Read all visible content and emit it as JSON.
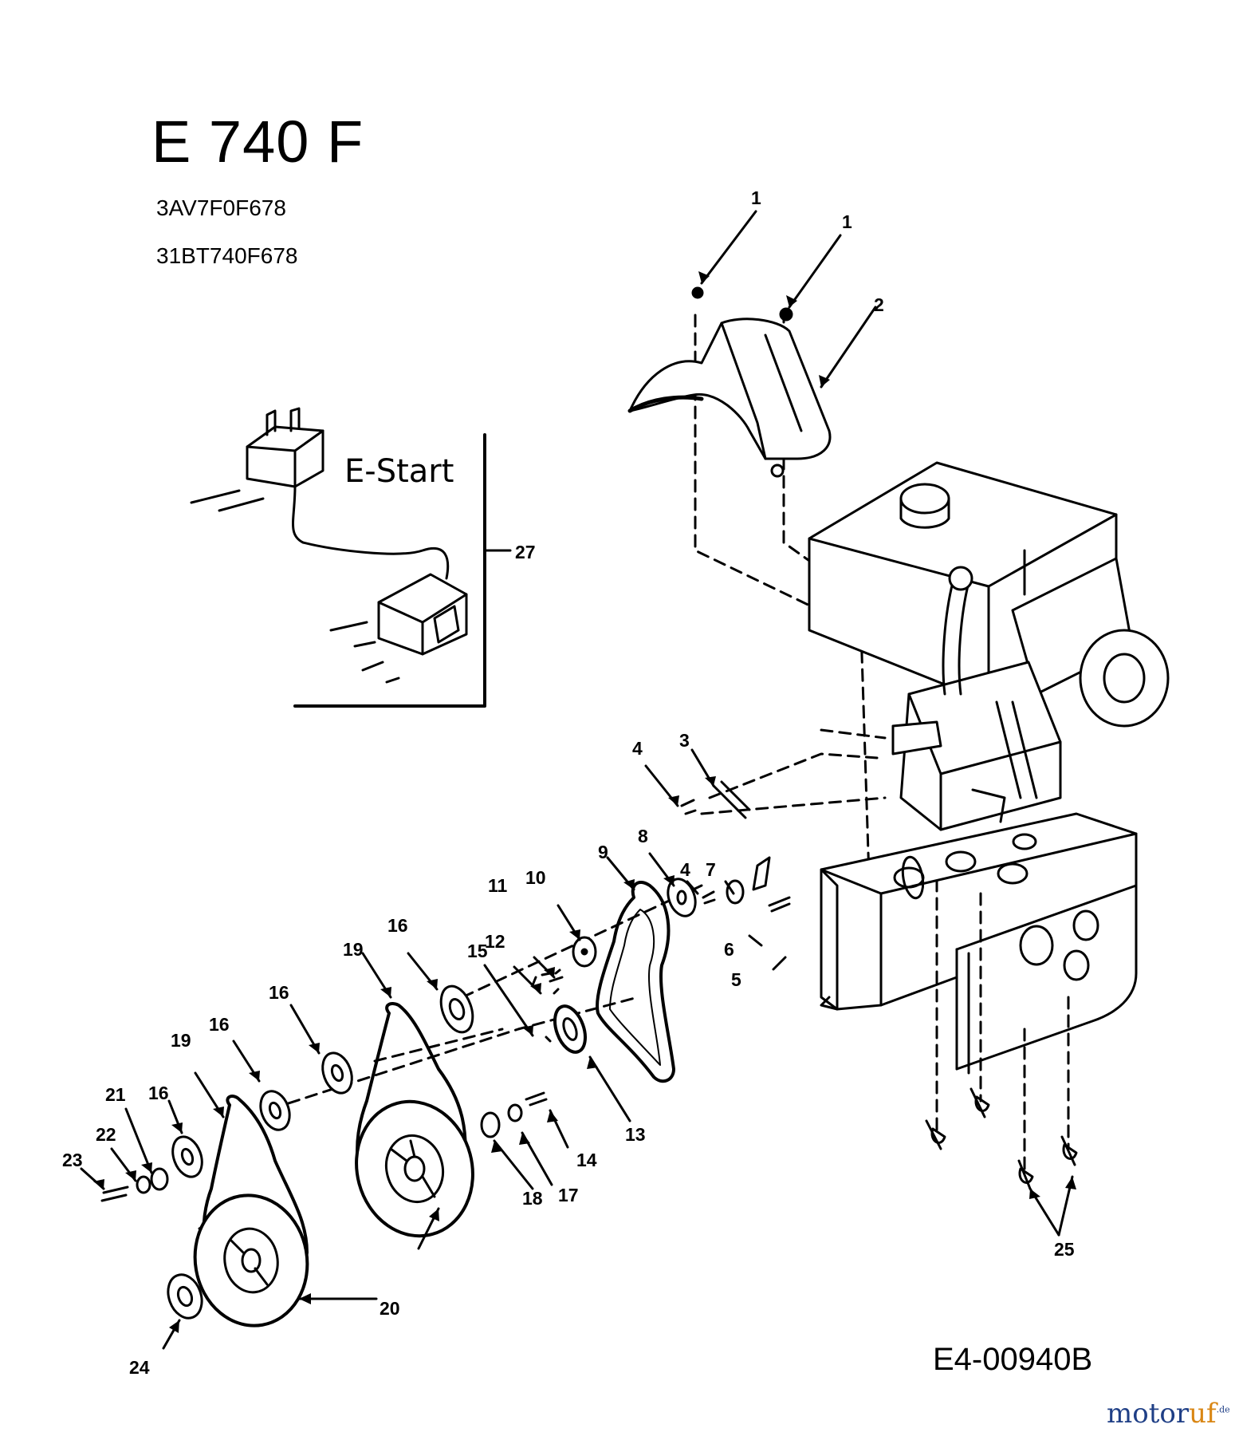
{
  "header": {
    "title": "E 740 F",
    "model_codes": [
      "3AV7F0F678",
      "31BT740F678"
    ]
  },
  "inset": {
    "label": "E-Start"
  },
  "callouts": [
    "1",
    "1",
    "2",
    "27",
    "4",
    "3",
    "8",
    "9",
    "7",
    "4",
    "10",
    "11",
    "12",
    "6",
    "5",
    "16",
    "15",
    "19",
    "16",
    "13",
    "16",
    "19",
    "14",
    "21",
    "16",
    "22",
    "17",
    "18",
    "23",
    "25",
    "20",
    "24"
  ],
  "footer": {
    "document_number": "E4-00940B"
  },
  "watermark": {
    "brand_main": "motor",
    "brand_accent": "uf",
    "brand_tld": ".de"
  }
}
